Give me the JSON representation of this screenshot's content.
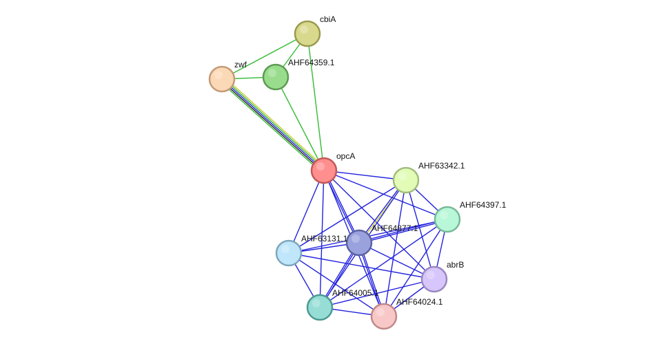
{
  "nodes": [
    {
      "id": "cbiA",
      "label": "cbiA",
      "fill": "#d9d98e",
      "stroke": "#9a9a4e"
    },
    {
      "id": "zwf",
      "label": "zwf",
      "fill": "#fcd9b6",
      "stroke": "#c49a78"
    },
    {
      "id": "AHF64359.1",
      "label": "AHF64359.1",
      "fill": "#99dd8c",
      "stroke": "#5c9a52"
    },
    {
      "id": "opcA",
      "label": "opcA",
      "fill": "#ff8f8f",
      "stroke": "#c25858"
    },
    {
      "id": "AHF63342.1",
      "label": "AHF63342.1",
      "fill": "#e2fcb8",
      "stroke": "#a3bc7c"
    },
    {
      "id": "AHF64397.1",
      "label": "AHF64397.1",
      "fill": "#b8f7d8",
      "stroke": "#78b898"
    },
    {
      "id": "AHF64877.1",
      "label": "AHF64877.1",
      "fill": "#9aa2de",
      "stroke": "#5b62a0"
    },
    {
      "id": "AHF63131.1",
      "label": "AHF63131.1",
      "fill": "#bfe6fb",
      "stroke": "#7fa6bb"
    },
    {
      "id": "abrB",
      "label": "abrB",
      "fill": "#d6c6fb",
      "stroke": "#9a88c0"
    },
    {
      "id": "AHF64005.1",
      "label": "AHF64005.1",
      "fill": "#96ddd6",
      "stroke": "#4c9a92"
    },
    {
      "id": "AHF64024.1",
      "label": "AHF64024.1",
      "fill": "#f8c8c8",
      "stroke": "#c08888"
    }
  ],
  "edges": [
    {
      "source": "cbiA",
      "target": "zwf",
      "colors": [
        "#33bb33"
      ]
    },
    {
      "source": "cbiA",
      "target": "AHF64359.1",
      "colors": [
        "#33bb33"
      ]
    },
    {
      "source": "cbiA",
      "target": "opcA",
      "colors": [
        "#33bb33"
      ]
    },
    {
      "source": "zwf",
      "target": "AHF64359.1",
      "colors": [
        "#33bb33"
      ]
    },
    {
      "source": "zwf",
      "target": "opcA",
      "colors": [
        "#cccc33",
        "#33bb33",
        "#2222dd",
        "#222222",
        "#33bb33"
      ]
    },
    {
      "source": "AHF64359.1",
      "target": "opcA",
      "colors": [
        "#33bb33"
      ]
    },
    {
      "source": "opcA",
      "target": "AHF63342.1",
      "colors": [
        "#2222dd"
      ]
    },
    {
      "source": "opcA",
      "target": "AHF64397.1",
      "colors": [
        "#2222dd"
      ]
    },
    {
      "source": "opcA",
      "target": "AHF64877.1",
      "colors": [
        "#2222dd",
        "#2222dd"
      ]
    },
    {
      "source": "opcA",
      "target": "AHF63131.1",
      "colors": [
        "#2222dd"
      ]
    },
    {
      "source": "opcA",
      "target": "abrB",
      "colors": [
        "#2222dd"
      ]
    },
    {
      "source": "opcA",
      "target": "AHF64005.1",
      "colors": [
        "#2222dd"
      ]
    },
    {
      "source": "opcA",
      "target": "AHF64024.1",
      "colors": [
        "#2222dd"
      ]
    },
    {
      "source": "AHF63342.1",
      "target": "AHF64397.1",
      "colors": [
        "#2222dd"
      ]
    },
    {
      "source": "AHF63342.1",
      "target": "AHF64877.1",
      "colors": [
        "#cccc33",
        "#2222dd"
      ]
    },
    {
      "source": "AHF63342.1",
      "target": "AHF63131.1",
      "colors": [
        "#2222dd"
      ]
    },
    {
      "source": "AHF63342.1",
      "target": "abrB",
      "colors": [
        "#2222dd"
      ]
    },
    {
      "source": "AHF63342.1",
      "target": "AHF64005.1",
      "colors": [
        "#2222dd"
      ]
    },
    {
      "source": "AHF63342.1",
      "target": "AHF64024.1",
      "colors": [
        "#2222dd"
      ]
    },
    {
      "source": "AHF64397.1",
      "target": "AHF64877.1",
      "colors": [
        "#2222dd",
        "#2222dd"
      ]
    },
    {
      "source": "AHF64397.1",
      "target": "AHF63131.1",
      "colors": [
        "#2222dd"
      ]
    },
    {
      "source": "AHF64397.1",
      "target": "abrB",
      "colors": [
        "#2222dd"
      ]
    },
    {
      "source": "AHF64397.1",
      "target": "AHF64005.1",
      "colors": [
        "#2222dd"
      ]
    },
    {
      "source": "AHF64397.1",
      "target": "AHF64024.1",
      "colors": [
        "#2222dd"
      ]
    },
    {
      "source": "AHF64877.1",
      "target": "AHF63131.1",
      "colors": [
        "#2222dd"
      ]
    },
    {
      "source": "AHF64877.1",
      "target": "abrB",
      "colors": [
        "#2222dd"
      ]
    },
    {
      "source": "AHF64877.1",
      "target": "AHF64005.1",
      "colors": [
        "#2222dd",
        "#2222dd"
      ]
    },
    {
      "source": "AHF64877.1",
      "target": "AHF64024.1",
      "colors": [
        "#2222dd",
        "#2222dd"
      ]
    },
    {
      "source": "AHF63131.1",
      "target": "abrB",
      "colors": [
        "#2222dd"
      ]
    },
    {
      "source": "AHF63131.1",
      "target": "AHF64005.1",
      "colors": [
        "#2222dd"
      ]
    },
    {
      "source": "AHF63131.1",
      "target": "AHF64024.1",
      "colors": [
        "#2222dd"
      ]
    },
    {
      "source": "abrB",
      "target": "AHF64005.1",
      "colors": [
        "#2222dd"
      ]
    },
    {
      "source": "abrB",
      "target": "AHF64024.1",
      "colors": [
        "#2222dd"
      ]
    },
    {
      "source": "AHF64005.1",
      "target": "AHF64024.1",
      "colors": [
        "#2222dd"
      ]
    }
  ]
}
